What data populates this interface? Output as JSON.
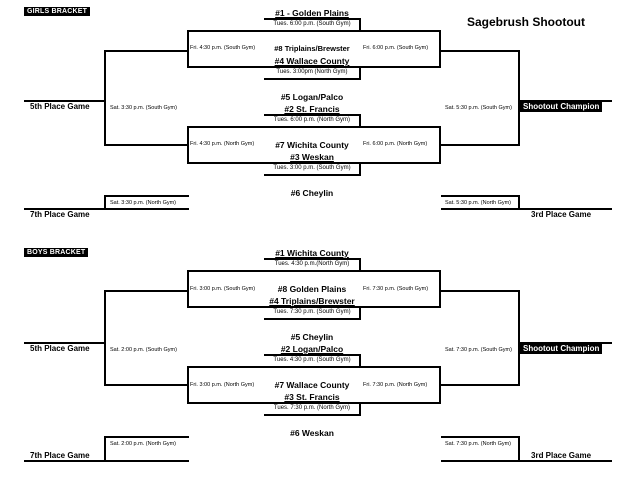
{
  "title": "Sagebrush Shootout",
  "girls": {
    "label": "GIRLS BRACKET",
    "teams": [
      "#1 - Golden Plains",
      "#8 Triplains/Brewster",
      "#4 Wallace County",
      "#5 Logan/Palco",
      "#2 St. Francis",
      "#7 Wichita County",
      "#3 Weskan",
      "#6 Cheylin"
    ],
    "first_round": [
      "Tues. 6:00 p.m. (South Gym)",
      "Tues. 3:00pm (North Gym)",
      "Tues. 6:00 p.m. (North Gym)",
      "Tues. 3:00 p.m. (South Gym)"
    ],
    "semi_left": [
      "Fri. 4:30 p.m. (South Gym)",
      "Fri. 4:30 p.m. (North Gym)"
    ],
    "semi_right": [
      "Fri. 6:00 p.m. (South Gym)",
      "Fri. 6:00 p.m. (North Gym)"
    ],
    "fifth_time": "Sat. 3:30 p.m. (South Gym)",
    "seventh_time": "Sat. 3:30 p.m. (North Gym)",
    "champ_time": "Sat. 5:30 p.m. (South Gym)",
    "third_time": "Sat. 5:30 p.m. (North Gym)"
  },
  "boys": {
    "label": "BOYS BRACKET",
    "teams": [
      "#1 Wichita County",
      "#8 Golden Plains",
      "#4 Triplains/Brewster",
      "#5 Cheylin",
      "#2 Logan/Palco",
      "#7 Wallace County",
      "#3 St. Francis",
      "#6 Weskan"
    ],
    "first_round": [
      "Tues. 4:30 p.m.(North Gym)",
      "Tues. 7:30 p.m. (South Gym)",
      "Tues. 4:30 p.m. (South Gym)",
      "Tues. 7:30 p.m. (North Gym)"
    ],
    "semi_left": [
      "Fri. 3:00 p.m. (South Gym)",
      "Fri. 3:00 p.m. (North Gym)"
    ],
    "semi_right": [
      "Fri. 7:30 p.m. (South Gym)",
      "Fri. 7:30 p.m. (North Gym)"
    ],
    "fifth_time": "Sat. 2:00 p.m. (South Gym)",
    "seventh_time": "Sat. 2:00 p.m. (North Gym)",
    "champ_time": "Sat. 7:30 p.m. (South Gym)",
    "third_time": "Sat. 7:30 p.m. (North Gym)"
  },
  "places": {
    "fifth": "5th Place Game",
    "seventh": "7th Place Game",
    "champion": "Shootout Champion",
    "third": "3rd Place Game"
  }
}
